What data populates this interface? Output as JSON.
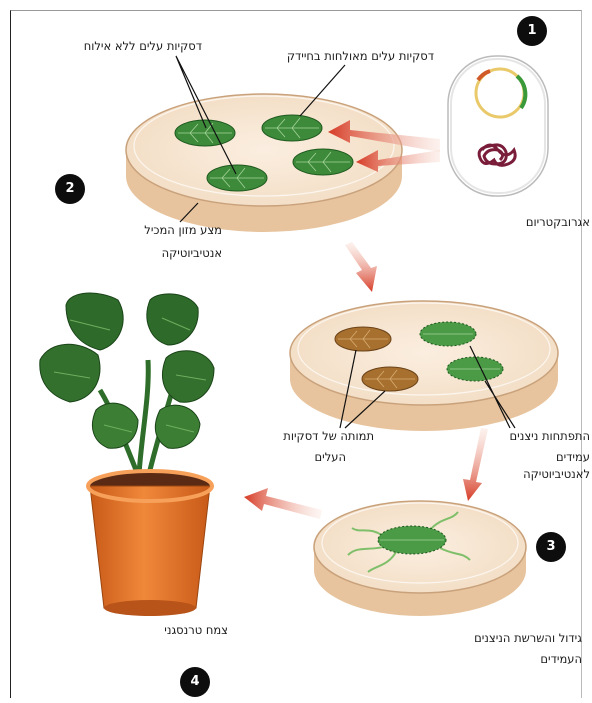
{
  "steps": {
    "one": "1",
    "two": "2",
    "three": "3",
    "four": "4"
  },
  "labels": {
    "untransformed_discs": "דסקיות עלים ללא אילוח",
    "infected_discs": "דסקיות עלים מאולחות בחיידק",
    "agrobacterium": "אגרובקטריום",
    "medium_line1": "מצע מזון המכיל",
    "medium_line2": "אנטיביוטיקה",
    "dead_discs_line1": "תמותה של דסקיות",
    "dead_discs_line2": "העלים",
    "calli_line1": "התפתחות ניצנים",
    "calli_line2": "עמידים לאנטיביוטיקה",
    "rooting_line1": "גידול והשרשת הניצנים",
    "rooting_line2": "העמידים",
    "transgenic_plant": "צמח טרנסגני"
  },
  "colors": {
    "leaf_green": "#3d8a3a",
    "dead_leaf_brown": "#a8702e",
    "arrow_red": "#d63a25",
    "dish_rim": "#e8c9a4",
    "pot_orange": "#e5762a",
    "badge_black": "#0d0d0d"
  }
}
